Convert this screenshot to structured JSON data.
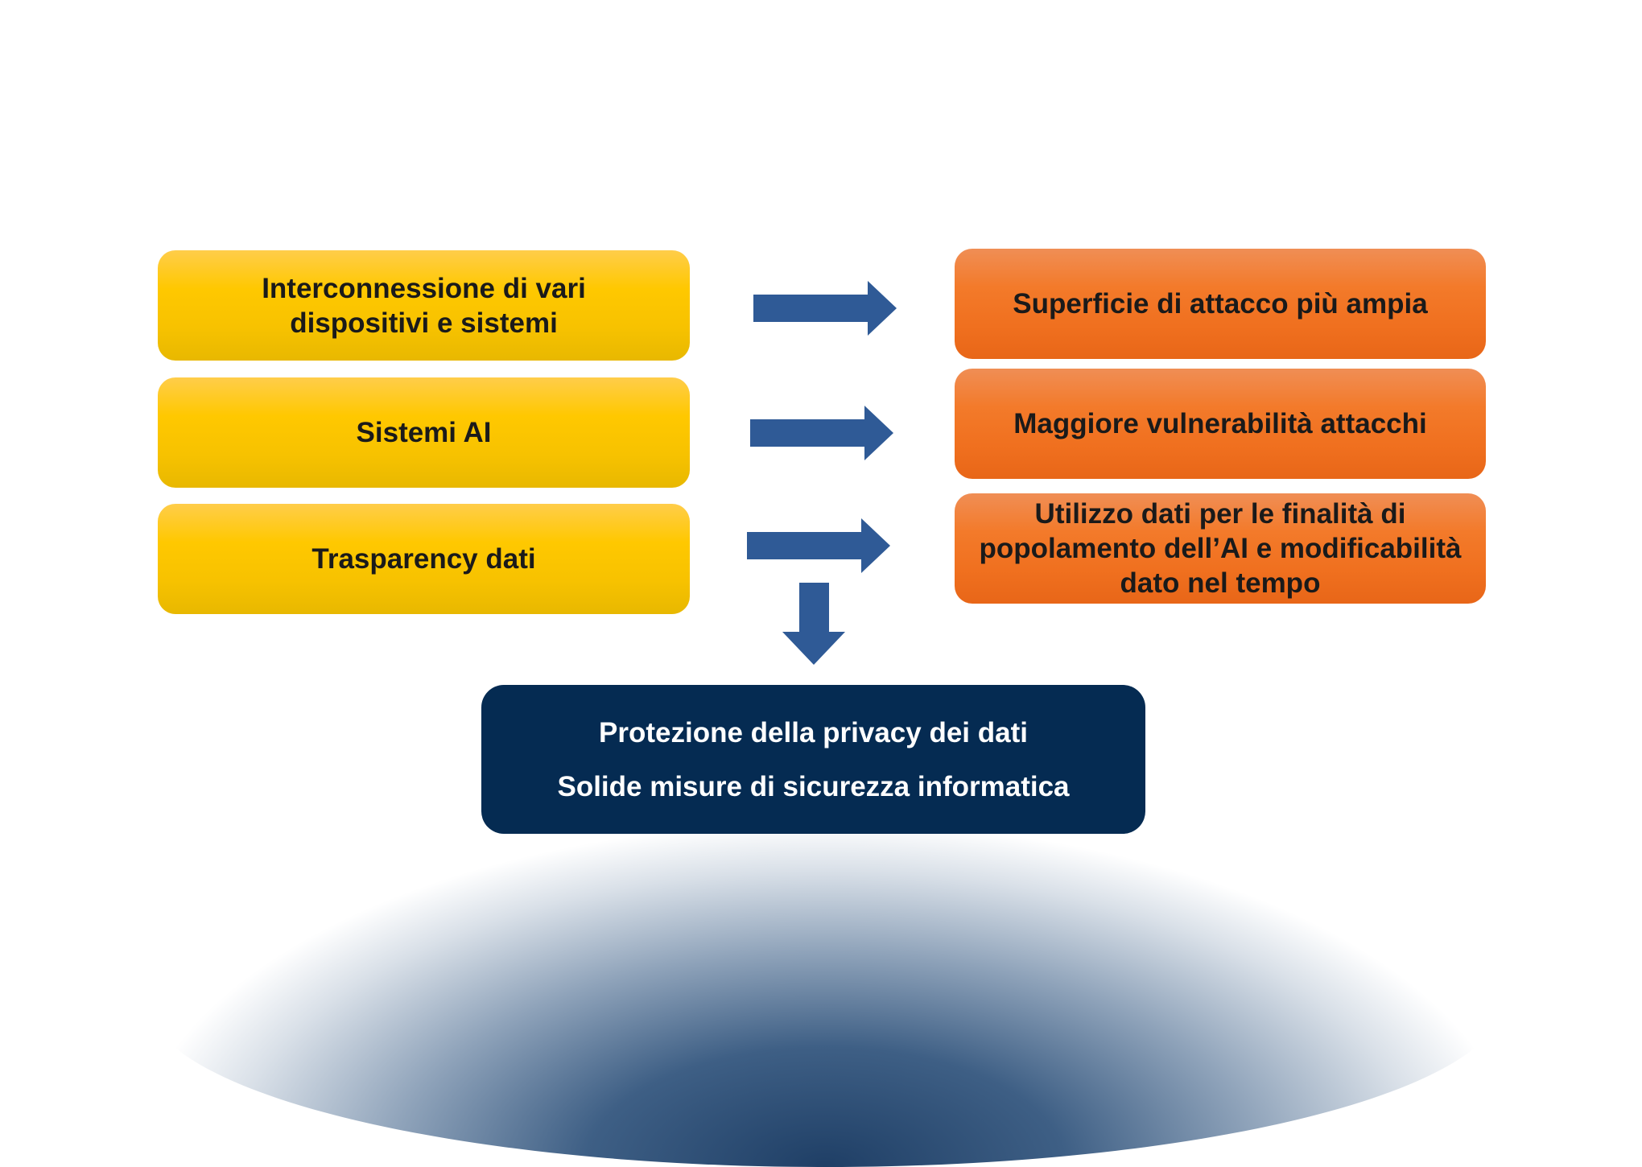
{
  "causes": [
    {
      "label": "Interconnessione di vari dispositivi e sistemi"
    },
    {
      "label": "Sistemi AI"
    },
    {
      "label": "Trasparency dati"
    }
  ],
  "effects": [
    {
      "label": "Superficie di attacco più ampia"
    },
    {
      "label": "Maggiore vulnerabilità attacchi"
    },
    {
      "label": "Utilizzo dati per le finalità di popolamento dell’AI e modificabilità dato nel tempo"
    }
  ],
  "outcome": {
    "line1": "Protezione della privacy dei dati",
    "line2": "Solide misure di sicurezza informatica"
  },
  "colors": {
    "cause": "#ffc800",
    "effect": "#f37a2a",
    "arrow": "#2f5a96",
    "outcome": "#052b52"
  }
}
